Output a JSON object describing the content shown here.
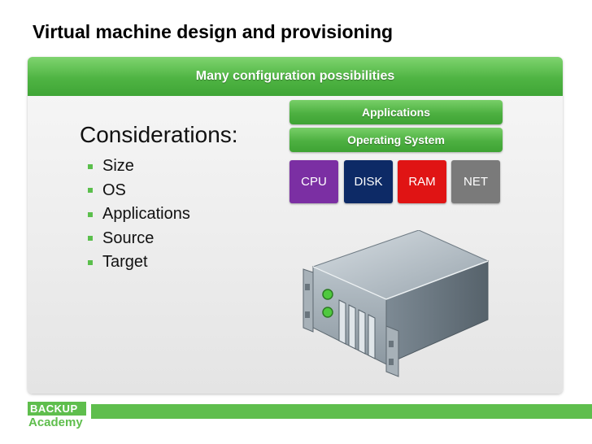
{
  "slide": {
    "title": "Virtual machine design and provisioning"
  },
  "diagram": {
    "header": "Many configuration possibilities",
    "applications": "Applications",
    "operating_system": "Operating System",
    "resources": [
      {
        "label": "CPU",
        "color": "#7b2fa3"
      },
      {
        "label": "DISK",
        "color": "#0d2a66"
      },
      {
        "label": "RAM",
        "color": "#e01414"
      },
      {
        "label": "NET",
        "color": "#7a7a7a"
      }
    ]
  },
  "considerations": {
    "heading": "Considerations:",
    "items": [
      "Size",
      "OS",
      "Applications",
      "Source",
      "Target"
    ]
  },
  "branding": {
    "logo_top": "BACKUP",
    "logo_bottom": "Academy",
    "accent_color": "#5fbe4d"
  }
}
